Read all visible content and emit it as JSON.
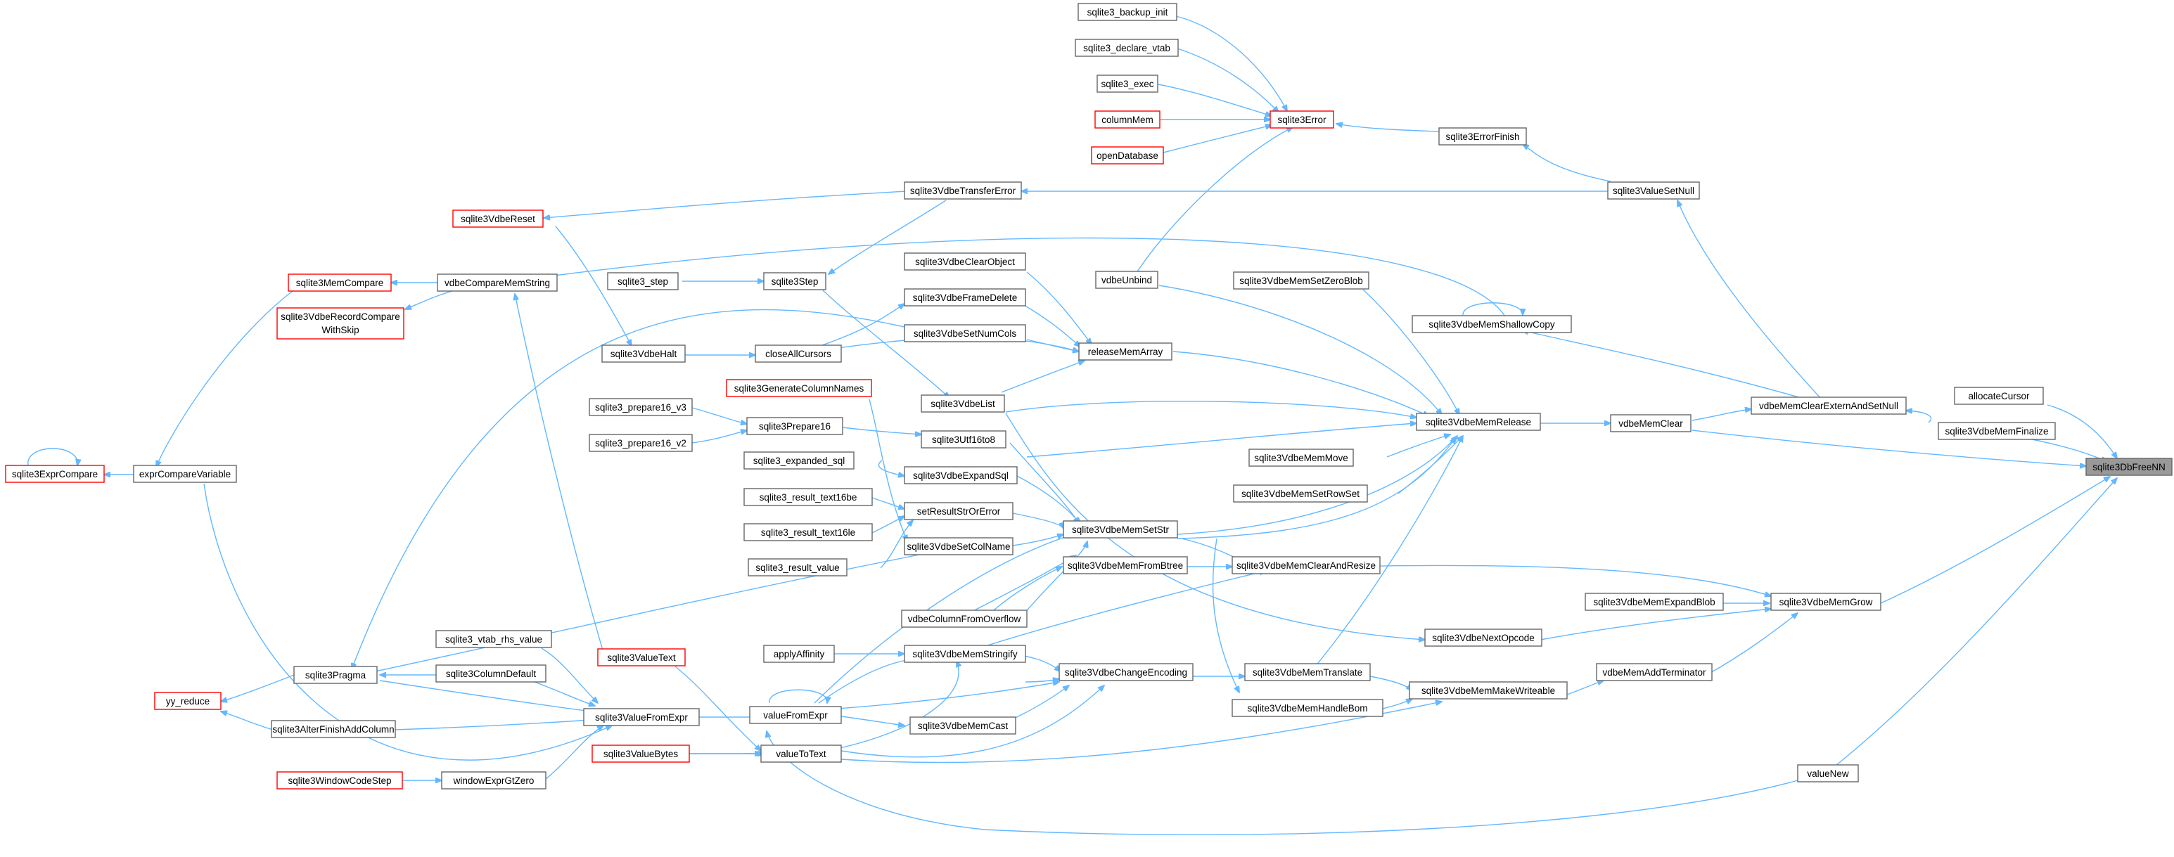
{
  "graph": {
    "title": "",
    "colors": {
      "edge": "#63b8ff",
      "node_border": "#666666",
      "truncated_border": "#ff0000",
      "root_fill": "#999999"
    },
    "nodes": {
      "n1": "sqlite3DbFreeNN",
      "n2": "allocateCursor",
      "n3": "sqlite3VdbeMemFinalize",
      "n4": "vdbeMemClearExternAndSetNull",
      "n5": "sqlite3ValueSetNull",
      "n6": "sqlite3ErrorFinish",
      "n7": "sqlite3Error",
      "n8": "sqlite3_backup_init",
      "n9": "sqlite3_declare_vtab",
      "n10": "sqlite3_exec",
      "n11": "columnMem",
      "n12": "openDatabase",
      "n13": "vdbeUnbind",
      "n14": "sqlite3VdbeTransferError",
      "n15": "sqlite3VdbeReset",
      "n16": "sqlite3Step",
      "n17": "sqlite3_step",
      "n18": "sqlite3VdbeMemShallowCopy",
      "n19": "vdbeMemClear",
      "n20": "sqlite3VdbeMemRelease",
      "n21": "releaseMemArray",
      "n22": "sqlite3VdbeClearObject",
      "n23": "sqlite3VdbeFrameDelete",
      "n24": "sqlite3VdbeSetNumCols",
      "n25": "closeAllCursors",
      "n26": "sqlite3VdbeHalt",
      "n27": "sqlite3VdbeList",
      "n28": "sqlite3GenerateColumnNames",
      "n29": "sqlite3VdbeMemSetZeroBlob",
      "n30": "sqlite3VdbeMemMove",
      "n31": "sqlite3VdbeMemSetRowSet",
      "n32": "sqlite3VdbeMemSetStr",
      "n33": "sqlite3Utf16to8",
      "n34": "sqlite3Prepare16",
      "n35": "sqlite3_prepare16_v3",
      "n36": "sqlite3_prepare16_v2",
      "n37": "sqlite3VdbeExpandSql",
      "n38": "sqlite3_expanded_sql",
      "n39": "setResultStrOrError",
      "n40": "sqlite3_result_text16be",
      "n41": "sqlite3_result_text16le",
      "n42": "sqlite3_result_value",
      "n43": "sqlite3VdbeSetColName",
      "n44": "sqlite3VdbeMemFromBtree",
      "n45": "sqlite3VdbeMemClearAndResize",
      "n46": "vdbeColumnFromOverflow",
      "n47": "sqlite3VdbeMemGrow",
      "n48": "sqlite3VdbeMemExpandBlob",
      "n49": "sqlite3VdbeNextOpcode",
      "n50": "vdbeMemAddTerminator",
      "n51": "sqlite3VdbeMemMakeWriteable",
      "n52": "sqlite3VdbeMemTranslate",
      "n53": "sqlite3VdbeMemHandleBom",
      "n54": "sqlite3VdbeChangeEncoding",
      "n55": "sqlite3VdbeMemStringify",
      "n56": "applyAffinity",
      "n57": "valueFromExpr",
      "n58": "sqlite3VdbeMemCast",
      "n59": "valueToText",
      "n60": "sqlite3ValueBytes",
      "n61": "sqlite3ValueText",
      "n62": "sqlite3ValueFromExpr",
      "n63": "sqlite3ColumnDefault",
      "n64": "sqlite3_vtab_rhs_value",
      "n65": "sqlite3Pragma",
      "n66": "yy_reduce",
      "n67": "sqlite3AlterFinishAddColumn",
      "n68": "windowExprGtZero",
      "n69": "sqlite3WindowCodeStep",
      "n70": "vdbeCompareMemString",
      "n71": "sqlite3MemCompare",
      "n72a": "sqlite3VdbeRecordCompare",
      "n72b": "WithSkip",
      "n73": "exprCompareVariable",
      "n74": "sqlite3ExprCompare",
      "n75": "valueNew"
    }
  }
}
